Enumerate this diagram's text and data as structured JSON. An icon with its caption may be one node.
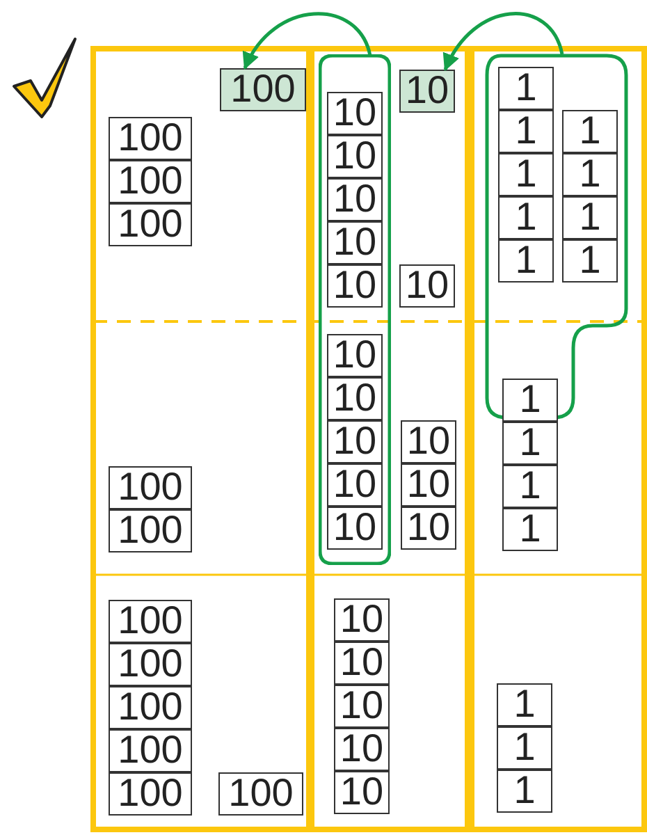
{
  "diagram": {
    "nodes": [
      {
        "text": [
          "100"
        ]
      },
      {
        "text": [
          "100"
        ]
      },
      {
        "text": [
          "100"
        ]
      },
      {
        "text": [
          "100"
        ]
      },
      {
        "text": [],
        "shape": "box"
      },
      {
        "text": [
          "10"
        ],
        "in": 4
      },
      {
        "text": [
          "10"
        ],
        "in": 4
      },
      {
        "text": [
          "10"
        ],
        "in": 4
      },
      {
        "text": [
          "10"
        ],
        "in": 4
      },
      {
        "text": [
          "10"
        ],
        "in": 4
      },
      {
        "text": [
          "10"
        ]
      },
      {
        "text": [
          "10"
        ]
      },
      {
        "text": [],
        "shape": "box"
      },
      {
        "text": [
          "1"
        ],
        "in": 12
      },
      {
        "text": [
          "1"
        ],
        "in": 12
      },
      {
        "text": [
          "1"
        ],
        "in": 12
      },
      {
        "text": [
          "1"
        ],
        "in": 12
      },
      {
        "text": [
          "1"
        ],
        "in": 12
      },
      {
        "text": [
          "1"
        ],
        "in": 12
      },
      {
        "text": [
          "1"
        ],
        "in": 12
      },
      {
        "text": [
          "1"
        ],
        "in": 12
      },
      {
        "text": [
          "1"
        ],
        "in": 12
      },
      {
        "text": [
          "100"
        ]
      },
      {
        "text": [
          "100"
        ]
      },
      {
        "text": [
          "10"
        ],
        "in": 4
      },
      {
        "text": [
          "10"
        ],
        "in": 4
      },
      {
        "text": [
          "10"
        ],
        "in": 4
      },
      {
        "text": [
          "10"
        ],
        "in": 4
      },
      {
        "text": [
          "10"
        ],
        "in": 4
      },
      {
        "text": [
          "10"
        ]
      },
      {
        "text": [
          "10"
        ]
      },
      {
        "text": [
          "10"
        ]
      },
      {
        "text": [
          "1"
        ]
      },
      {
        "text": [
          "1"
        ]
      },
      {
        "text": [
          "1"
        ]
      },
      {
        "text": [
          "1"
        ]
      },
      {
        "text": [
          "100"
        ]
      },
      {
        "text": [
          "100"
        ]
      },
      {
        "text": [
          "100"
        ]
      },
      {
        "text": [
          "100"
        ]
      },
      {
        "text": [
          "100"
        ]
      },
      {
        "text": [
          "100"
        ]
      },
      {
        "text": [
          "10"
        ]
      },
      {
        "text": [
          "10"
        ]
      },
      {
        "text": [
          "10"
        ]
      },
      {
        "text": [
          "10"
        ]
      },
      {
        "text": [
          "10"
        ]
      },
      {
        "text": [
          "1"
        ]
      },
      {
        "text": [
          "1"
        ]
      },
      {
        "text": [
          "1"
        ]
      }
    ],
    "edges": [
      {
        "from": 4,
        "to": 0,
        "arrow": "to"
      },
      {
        "from": 12,
        "to": 10,
        "arrow": "to"
      }
    ]
  }
}
